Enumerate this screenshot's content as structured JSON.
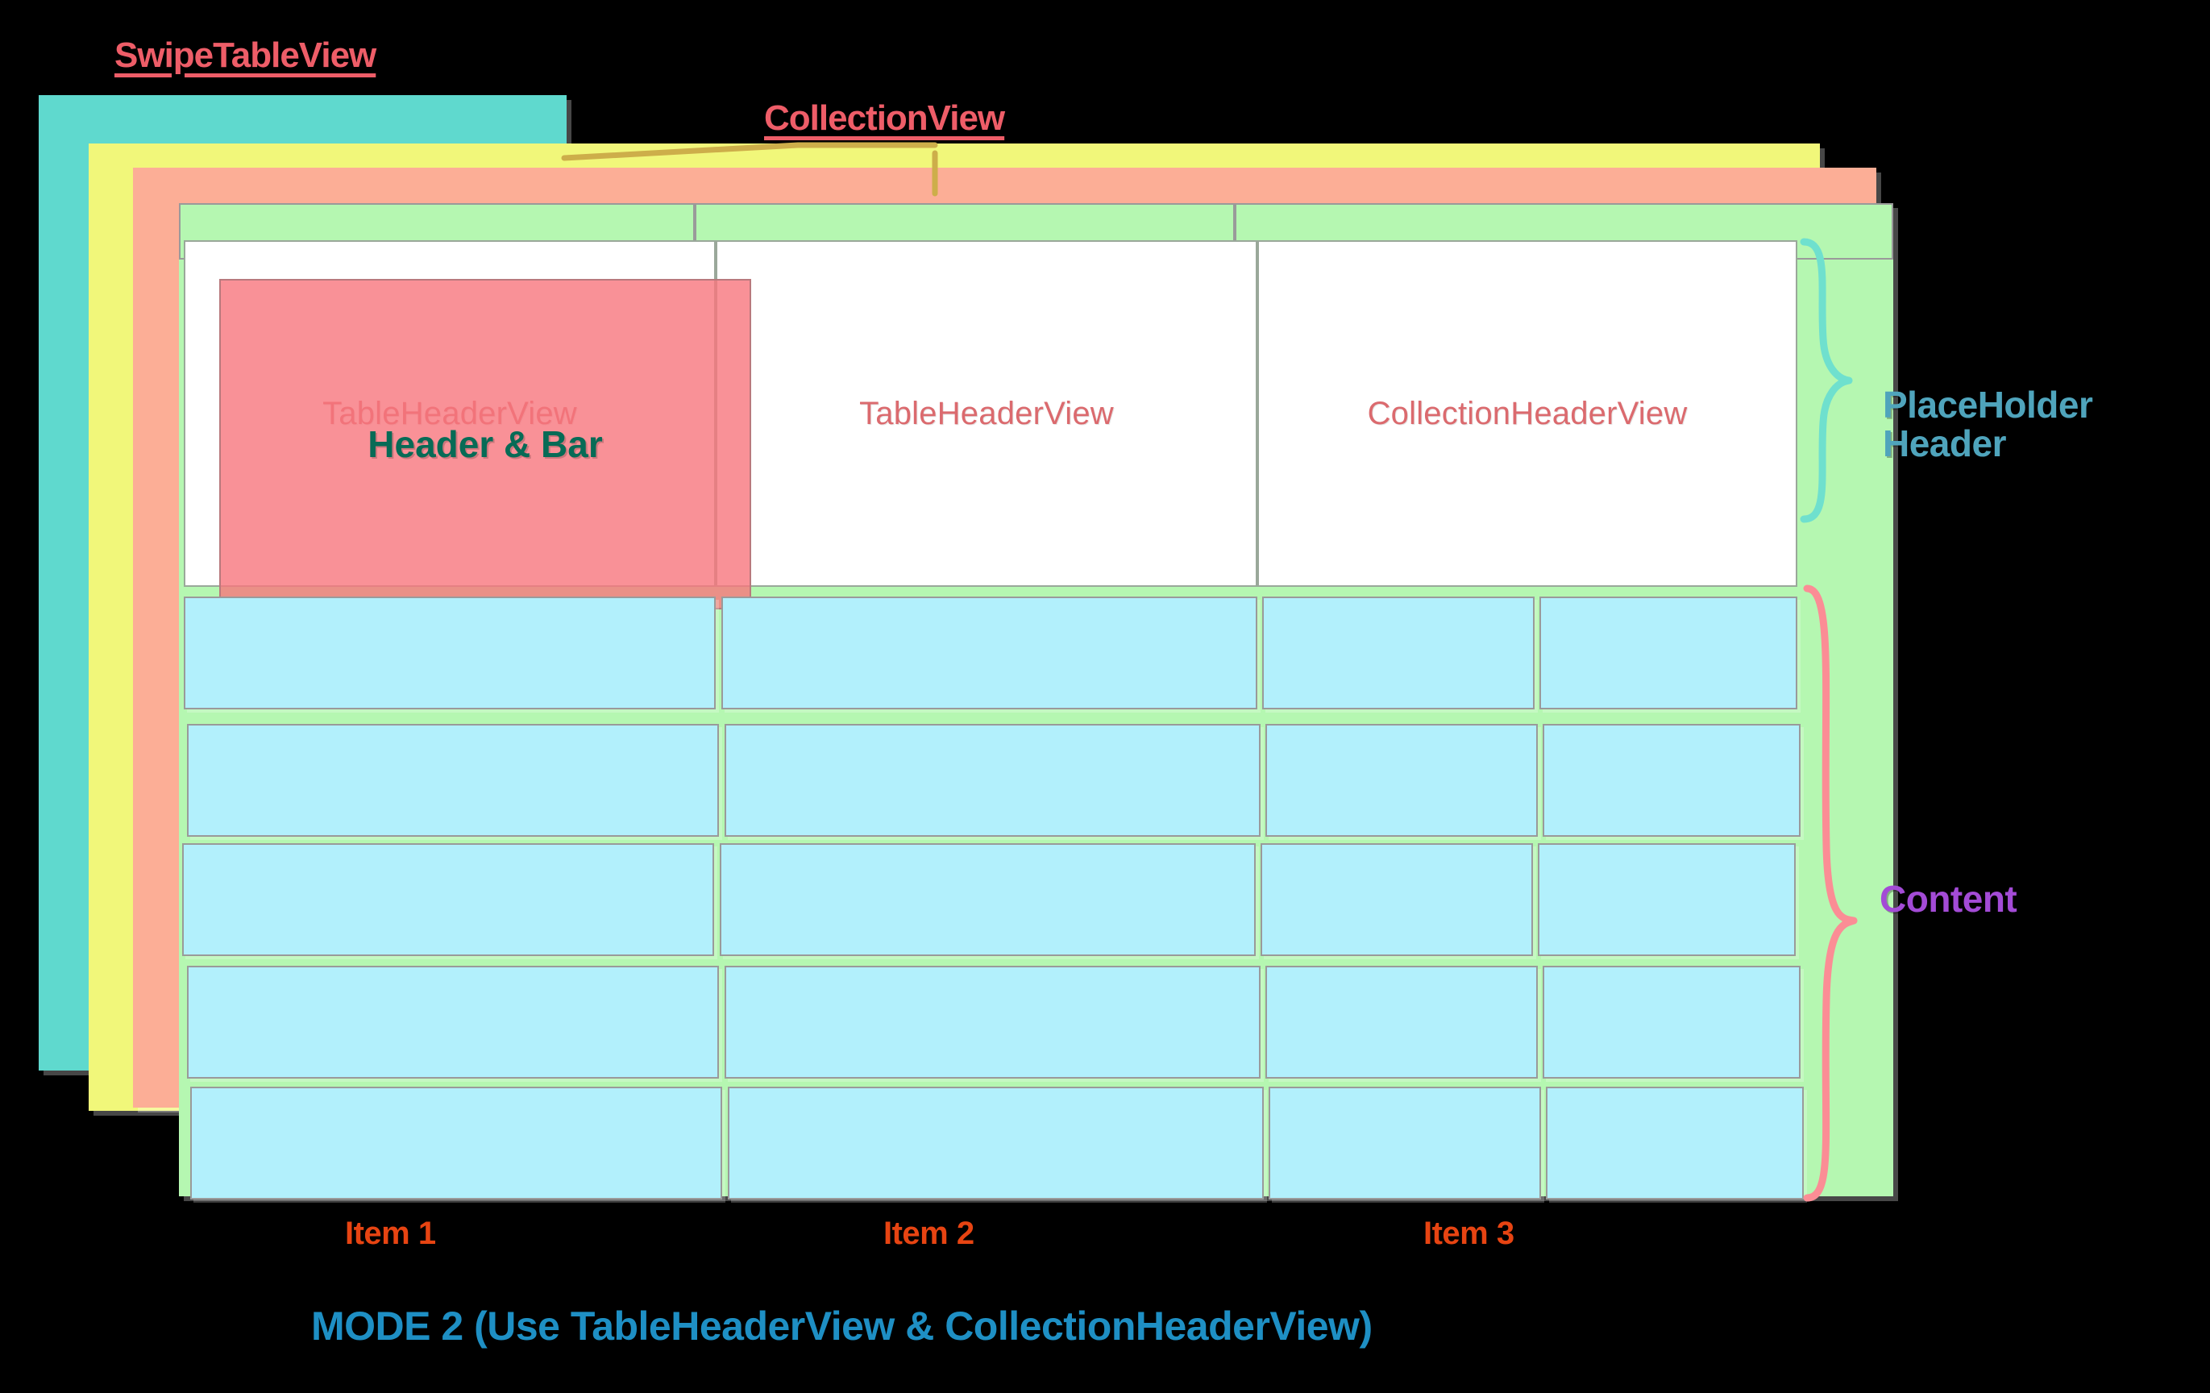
{
  "title": {
    "text": "SwipeTableView"
  },
  "annotations": {
    "collection_view": "CollectionView",
    "placeholder_header_line1": "PlaceHolder",
    "placeholder_header_line2": "Header",
    "content": "Content"
  },
  "header_row": {
    "cells": [
      {
        "label": "TableHeaderView",
        "overlay_label": "Header & Bar",
        "has_overlay": true
      },
      {
        "label": "TableHeaderView",
        "overlay_label": "",
        "has_overlay": false
      },
      {
        "label": "CollectionHeaderView",
        "overlay_label": "",
        "has_overlay": false
      }
    ]
  },
  "items": [
    {
      "label": "Item 1"
    },
    {
      "label": "Item 2"
    },
    {
      "label": "Item 3"
    }
  ],
  "caption": {
    "text": "MODE 2 (Use TableHeaderView & CollectionHeaderView)"
  },
  "colors": {
    "layer_teal": "#5FD9CE",
    "layer_yellow": "#F1F77A",
    "layer_salmon": "#FCAE96",
    "layer_green": "#B5F7B1",
    "cell_cyan": "#B2F0FC",
    "overlay_pink": "#F7767D",
    "title_red": "#EE5D68",
    "header_label_red": "#DB6A6E",
    "overlay_text_teal": "#076B56",
    "placeholder_brace_teal": "#6FE0CE",
    "content_brace_pink": "#FB8D95",
    "leader_gold": "#CDAE4A",
    "item_orange": "#E74412",
    "caption_blue": "#1E8FC4",
    "content_text_purple": "#A34BD6",
    "placeholder_text_teal": "#4FA4BC",
    "background": "#000000"
  }
}
